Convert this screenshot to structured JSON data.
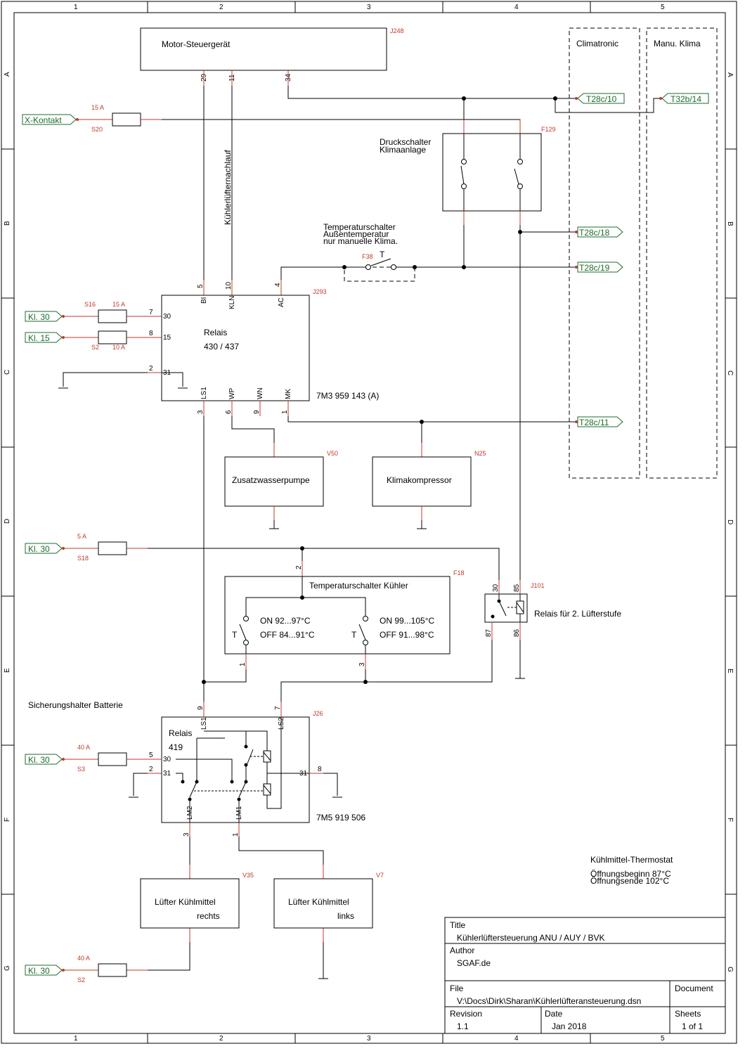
{
  "frame": {
    "columns": [
      "1",
      "2",
      "3",
      "4",
      "5"
    ],
    "rows": [
      "A",
      "B",
      "C",
      "D",
      "E",
      "F",
      "G"
    ]
  },
  "components": {
    "j248": {
      "ref": "J248",
      "name": "Motor-Steuergerät",
      "pins": [
        "29",
        "11",
        "34"
      ]
    },
    "f129": {
      "ref": "F129",
      "name_line1": "Druckschalter",
      "name_line2": "Klimaanlage"
    },
    "f38": {
      "ref": "F38",
      "t": "T",
      "label_line1": "Temperaturschalter",
      "label_line2": "Außentemperatur",
      "label_line3": "nur manuelle Klima."
    },
    "nachlauf": "Kühlerlüfternachlauf",
    "j293": {
      "ref": "J293",
      "name_line1": "Relais",
      "name_line2": "430 / 437",
      "part": "7M3 959 143 (A)",
      "pins_top": [
        "BI",
        "KLN",
        "AC"
      ],
      "pin_nums_top": [
        "5",
        "10",
        "4"
      ],
      "pins_bottom": [
        "LS1",
        "WP",
        "WN",
        "MK"
      ],
      "pin_nums_bottom": [
        "3",
        "6",
        "9",
        "1"
      ],
      "pins_left": [
        "30",
        "15",
        "31"
      ],
      "pin_nums_left": [
        "7",
        "8",
        "2"
      ]
    },
    "v50": {
      "ref": "V50",
      "name": "Zusatzwasserpumpe"
    },
    "n25": {
      "ref": "N25",
      "name": "Klimakompressor"
    },
    "f18": {
      "ref": "F18",
      "name": "Temperaturschalter Kühler",
      "sw1_on": "ON 92...97°C",
      "sw1_off": "OFF 84...91°C",
      "sw2_on": "ON 99...105°C",
      "sw2_off": "OFF 91...98°C",
      "t": "T",
      "pin_top": "2",
      "pin1": "1",
      "pin3": "3"
    },
    "j101": {
      "ref": "J101",
      "name": "Relais für 2. Lüfterstufe",
      "pins": [
        "30",
        "85",
        "87",
        "86"
      ]
    },
    "sicherung": "Sicherungshalter Batterie",
    "j26": {
      "ref": "J26",
      "name_line1": "Relais",
      "name_line2": "419",
      "part": "7M5 919 506",
      "pins_top": [
        "LS1",
        "LS2"
      ],
      "pin_nums_top": [
        "9",
        "7"
      ],
      "pins_left": [
        "30",
        "31"
      ],
      "pin_nums_left": [
        "5",
        "2"
      ],
      "pin_right": "31",
      "pin_num_right": "8",
      "pins_bottom": [
        "LM2",
        "LM1"
      ],
      "pin_nums_bottom": [
        "3",
        "1"
      ]
    },
    "v35": {
      "ref": "V35",
      "name_line1": "Lüfter Kühlmittel",
      "name_line2": "rechts"
    },
    "v7": {
      "ref": "V7",
      "name_line1": "Lüfter Kühlmittel",
      "name_line2": "links"
    },
    "thermostat": {
      "line1": "Kühlmittel-Thermostat",
      "line2": "Öffnungsbeginn 87°C",
      "line3": "Öffnungsende 102°C"
    }
  },
  "connectors": {
    "x_kontakt": "X-Kontakt",
    "kl30_a": "Kl. 30",
    "kl15": "Kl. 15",
    "kl30_b": "Kl. 30",
    "kl30_c": "Kl. 30",
    "kl30_d": "Kl. 30",
    "t28c10": "T28c/10",
    "t32b14": "T32b/14",
    "t28c18": "T28c/18",
    "t28c19": "T28c/19",
    "t28c11": "T28c/11"
  },
  "fuses": {
    "s20": {
      "ref": "S20",
      "rating": "15 A"
    },
    "s16": {
      "ref": "S16",
      "rating": "15 A"
    },
    "s2a": {
      "ref": "S2",
      "rating": "10 A"
    },
    "s18": {
      "ref": "S18",
      "rating": "5 A"
    },
    "s3": {
      "ref": "S3",
      "rating": "40 A"
    },
    "s2b": {
      "ref": "S2",
      "rating": "40 A"
    }
  },
  "regions": {
    "climatronic": "Climatronic",
    "manu_klima": "Manu. Klima"
  },
  "title_block": {
    "title_label": "Title",
    "title": "Kühlerlüftersteuerung ANU / AUY / BVK",
    "author_label": "Author",
    "author": "SGAF.de",
    "file_label": "File",
    "file": "V:\\Docs\\Dirk\\Sharan\\Kühlerlüfteransteuerung.dsn",
    "document_label": "Document",
    "revision_label": "Revision",
    "revision": "1.1",
    "date_label": "Date",
    "date": "Jan 2018",
    "sheets_label": "Sheets",
    "sheets": "1 of 1"
  }
}
